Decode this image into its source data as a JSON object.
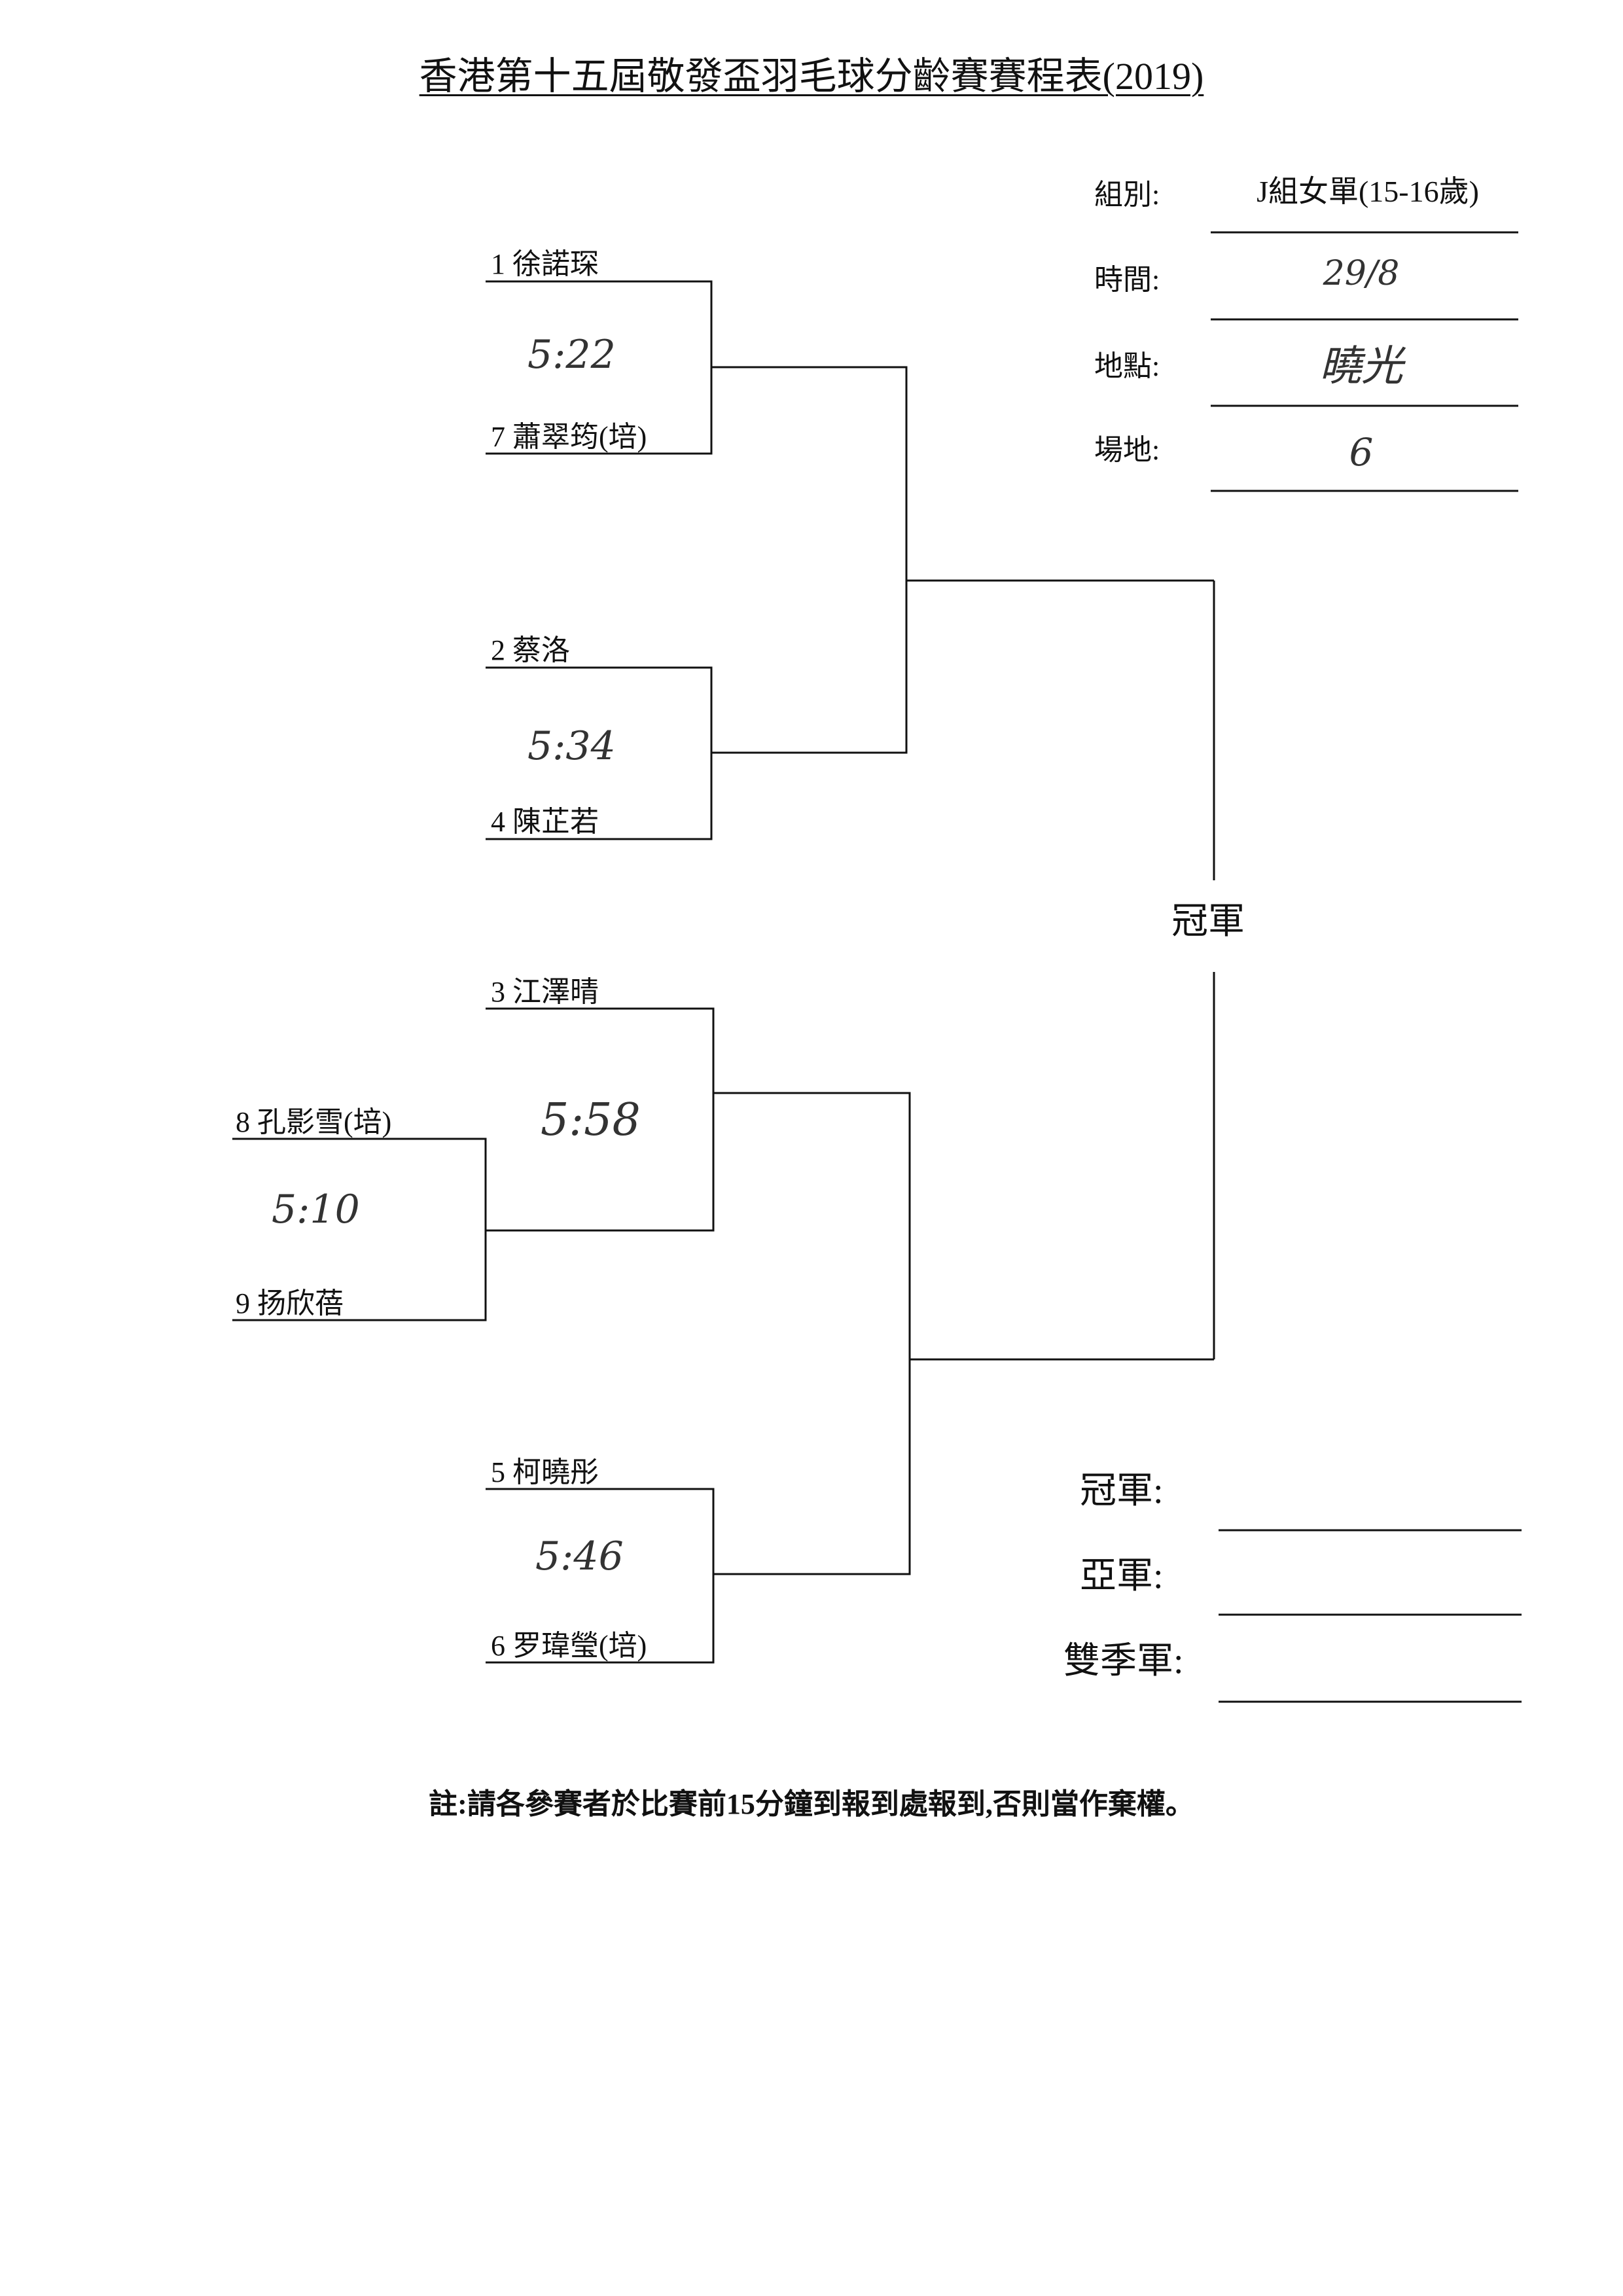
{
  "title": "香港第十五屆敬發盃羽毛球分齡賽賽程表(2019)",
  "info": {
    "group_label": "組別:",
    "group_value": "J組女單(15-16歲)",
    "time_label": "時間:",
    "time_value": "29/8",
    "venue_label": "地點:",
    "venue_value": "曉光",
    "court_label": "場地:",
    "court_value": "6"
  },
  "players": {
    "p1": "1 徐諾琛",
    "p7": "7 蕭翠筠(培)",
    "p2": "2 蔡洛",
    "p4": "4 陳芷若",
    "p3": "3 江澤晴",
    "p8": "8 孔影雪(培)",
    "p9": "9 扬欣蓓",
    "p5": "5 柯曉彤",
    "p6": "6 罗瑋瑩(培)"
  },
  "match_times": {
    "m1_7": "5:22",
    "m2_4": "5:34",
    "m8_9": "5:10",
    "m3_w": "5:58",
    "m5_6": "5:46"
  },
  "champion_label": "冠軍",
  "results": {
    "champion_label": "冠軍:",
    "runner_up_label": "亞軍:",
    "third_label": "雙季軍:"
  },
  "note": "註:請各參賽者於比賽前15分鐘到報到處報到,否則當作棄權。"
}
